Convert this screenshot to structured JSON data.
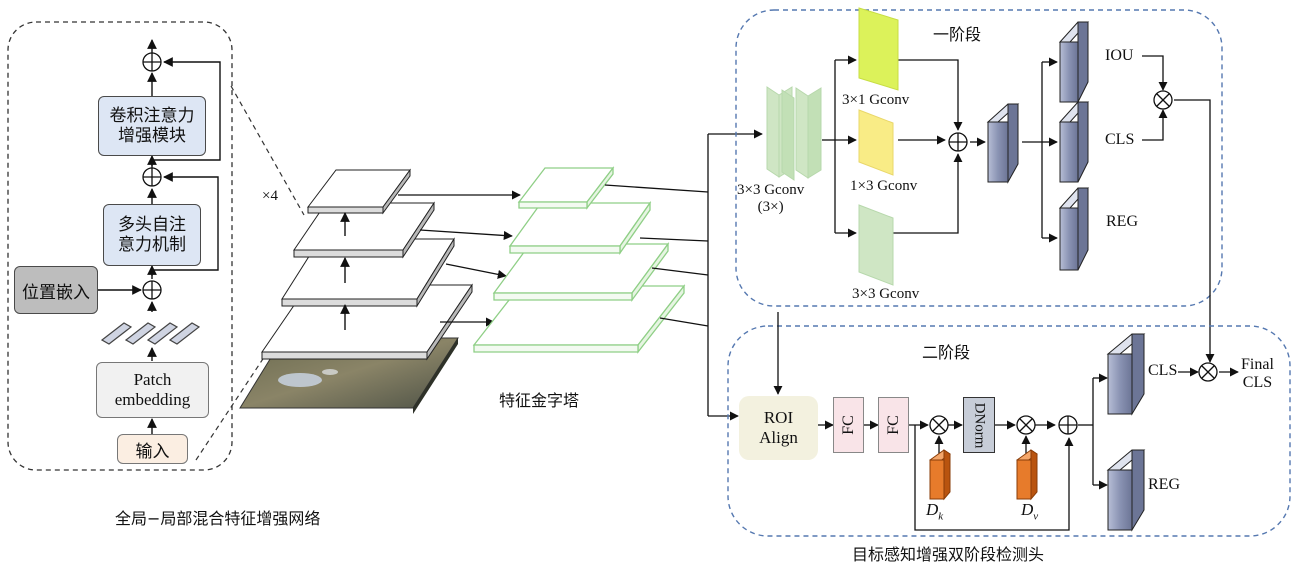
{
  "left_panel": {
    "module_conv": "卷积注意力\n增强模块",
    "module_mhsa": "多头自注\n意力机制",
    "pos_embed": "位置嵌入",
    "patch_embed": "Patch\nembedding",
    "input": "输入",
    "repeat": "×4",
    "caption": "全局−局部混合特征增强网络"
  },
  "middle": {
    "pyramid_caption": "特征金字塔"
  },
  "stage1": {
    "title": "一阶段",
    "gconv3x3_multi": "3×3 Gconv\n(3×)",
    "gconv3x1": "3×1 Gconv",
    "gconv1x3": "1×3 Gconv",
    "gconv3x3": "3×3 Gconv",
    "iou": "IOU",
    "cls": "CLS",
    "reg": "REG"
  },
  "stage2": {
    "title": "二阶段",
    "roi": "ROI\nAlign",
    "fc1": "FC",
    "fc2": "FC",
    "dnorm": "DNorm",
    "dk_main": "D",
    "dk_sub": "k",
    "dv_main": "D",
    "dv_sub": "v",
    "cls": "CLS",
    "reg": "REG",
    "final_cls": "Final\nCLS"
  },
  "head_caption": "目标感知增强双阶段检测头",
  "colors": {
    "dash_border": "#5578b0",
    "module_blue": "#dde6f4",
    "pyramid_green": "#a8d8a0",
    "gconv_green": "#cfe6c4",
    "gconv_yellowgreen": "#dcf25a",
    "gconv_yellow": "#f9ec86",
    "block_blue": "#8f98b8",
    "orange": "#e77b2b"
  }
}
